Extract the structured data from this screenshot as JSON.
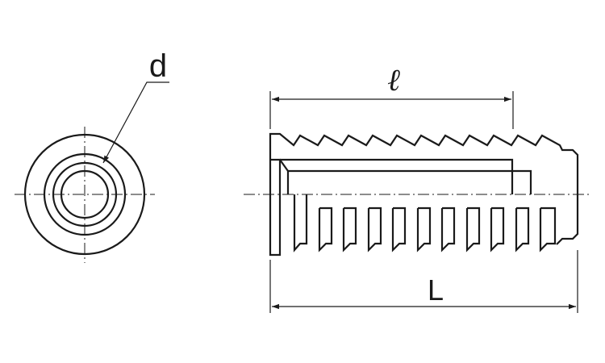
{
  "labels": {
    "diameter": "d",
    "thread_length": "ℓ",
    "total_length": "L"
  },
  "colors": {
    "line": "#1a1a1a",
    "background": "#ffffff"
  }
}
